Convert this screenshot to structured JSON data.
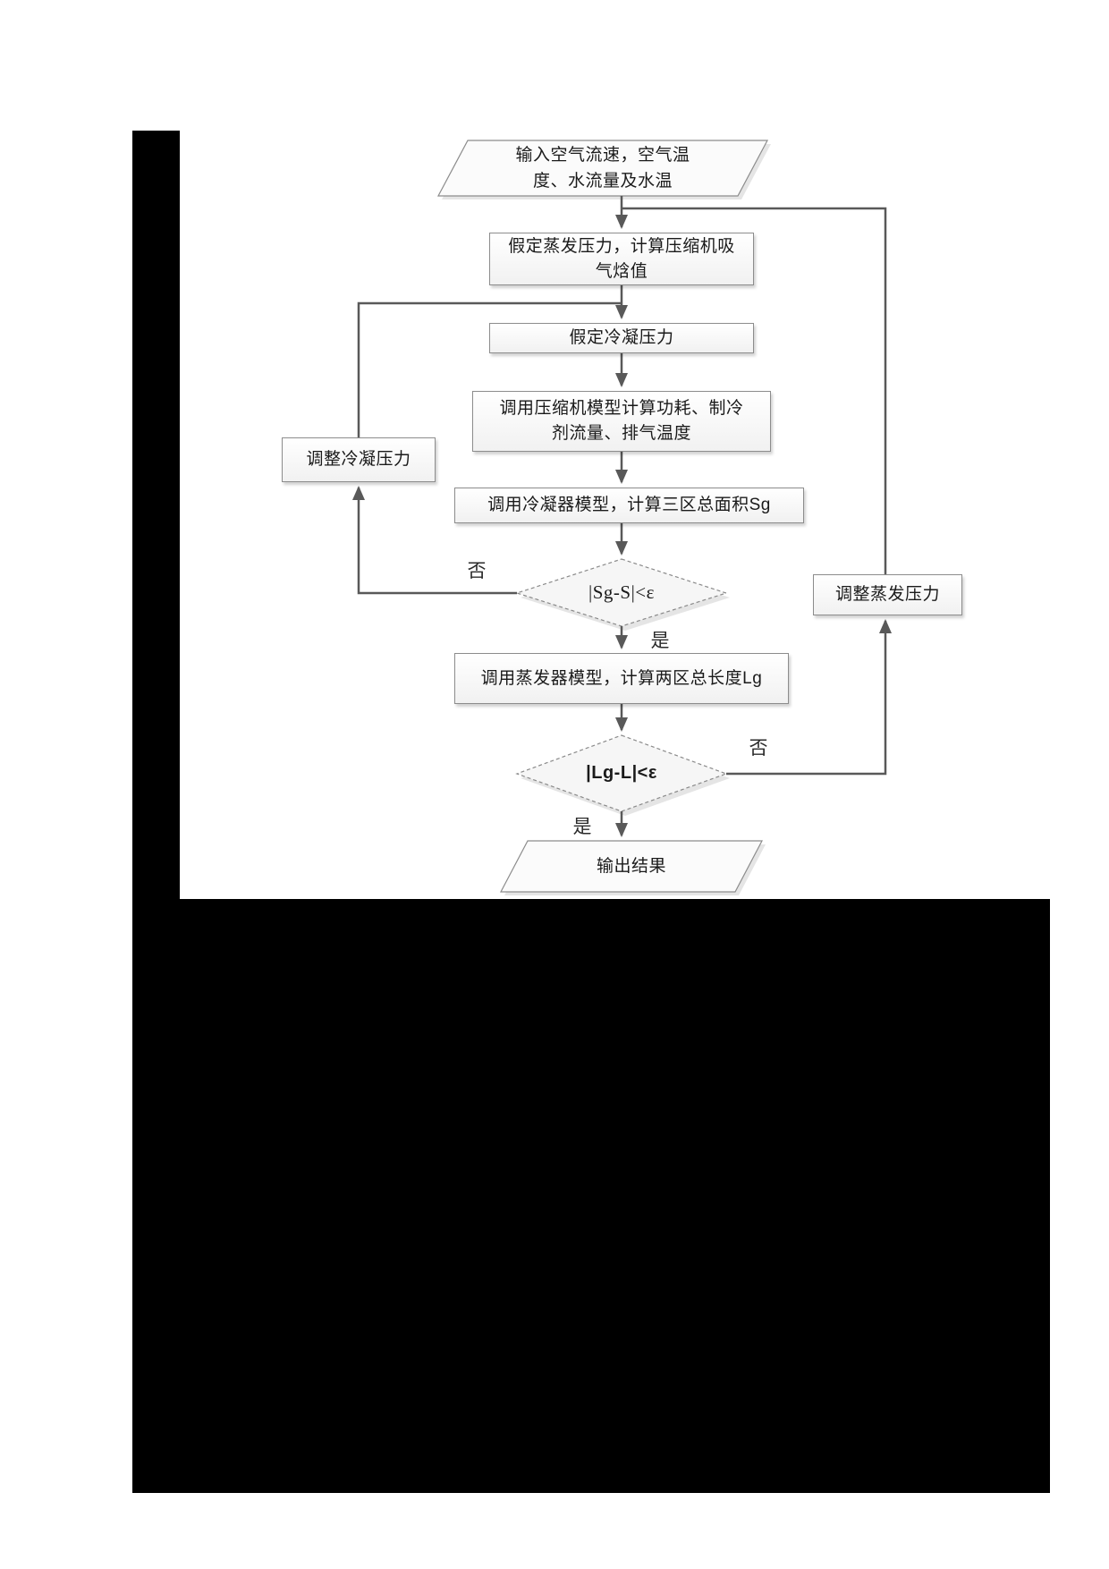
{
  "diagram": {
    "title_hint": "iterative simulation flowchart",
    "nodes": {
      "input": {
        "line1": "输入空气流速，空气温",
        "line2": "度、水流量及水温"
      },
      "assume_evaporation": {
        "line1": "假定蒸发压力，计算压缩机吸",
        "line2": "气焓值"
      },
      "assume_condensation": {
        "label": "假定冷凝压力"
      },
      "compressor_model": {
        "line1": "调用压缩机模型计算功耗、制冷",
        "line2": "剂流量、排气温度"
      },
      "condenser_model": {
        "label": "调用冷凝器模型，计算三区总面积Sg"
      },
      "decision_area": {
        "label": "|Sg-S|<ε"
      },
      "evaporator_model": {
        "label": "调用蒸发器模型，计算两区总长度Lg"
      },
      "decision_length": {
        "label": "|Lg-L|<ε"
      },
      "output": {
        "label": "输出结果"
      },
      "adjust_condensation": {
        "label": "调整冷凝压力"
      },
      "adjust_evaporation": {
        "label": "调整蒸发压力"
      }
    },
    "edge_labels": {
      "decision_area_no": "否",
      "decision_area_yes": "是",
      "decision_length_no": "否",
      "decision_length_yes": "是"
    },
    "colors": {
      "connector": "#595959",
      "node_border": "#8c8c8c",
      "node_fill": "#f6f6f6",
      "redaction": "#000000",
      "page_background": "#ffffff"
    }
  }
}
